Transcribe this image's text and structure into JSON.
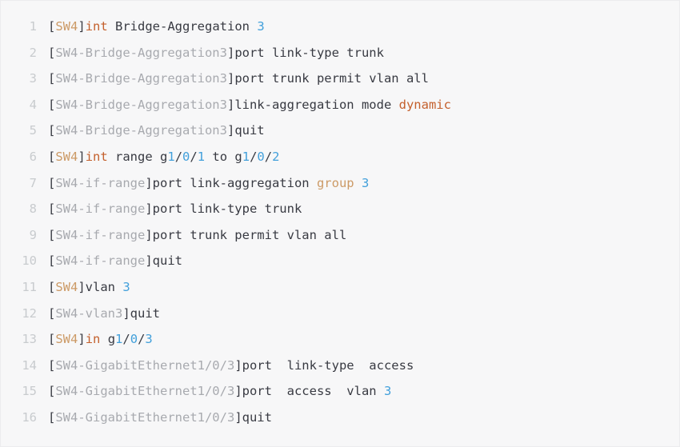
{
  "code_block": {
    "language": "network-cli",
    "colors": {
      "background": "#f7f7f8",
      "border": "#ececee",
      "line_number": "#c8cbce",
      "plain": "#383a42",
      "prompt": "#a8aaaf",
      "device": "#cc9a66",
      "keyword": "#c4602d",
      "number": "#42a0db"
    },
    "lines": [
      {
        "number": "1",
        "segments": [
          [
            "[",
            "plain"
          ],
          [
            "SW4",
            "device"
          ],
          [
            "]",
            "plain"
          ],
          [
            "int",
            "keyword"
          ],
          [
            " Bridge-Aggregation ",
            "plain"
          ],
          [
            "3",
            "number"
          ]
        ]
      },
      {
        "number": "2",
        "segments": [
          [
            "[",
            "plain"
          ],
          [
            "SW4-Bridge-Aggregation3",
            "prompt"
          ],
          [
            "]port link-type trunk",
            "plain"
          ]
        ]
      },
      {
        "number": "3",
        "segments": [
          [
            "[",
            "plain"
          ],
          [
            "SW4-Bridge-Aggregation3",
            "prompt"
          ],
          [
            "]port trunk permit vlan all",
            "plain"
          ]
        ]
      },
      {
        "number": "4",
        "segments": [
          [
            "[",
            "plain"
          ],
          [
            "SW4-Bridge-Aggregation3",
            "prompt"
          ],
          [
            "]link-aggregation mode ",
            "plain"
          ],
          [
            "dynamic",
            "keyword"
          ]
        ]
      },
      {
        "number": "5",
        "segments": [
          [
            "[",
            "plain"
          ],
          [
            "SW4-Bridge-Aggregation3",
            "prompt"
          ],
          [
            "]quit",
            "plain"
          ]
        ]
      },
      {
        "number": "6",
        "segments": [
          [
            "[",
            "plain"
          ],
          [
            "SW4",
            "device"
          ],
          [
            "]",
            "plain"
          ],
          [
            "int",
            "keyword"
          ],
          [
            " range g",
            "plain"
          ],
          [
            "1",
            "number"
          ],
          [
            "/",
            "plain"
          ],
          [
            "0",
            "number"
          ],
          [
            "/",
            "plain"
          ],
          [
            "1",
            "number"
          ],
          [
            " to g",
            "plain"
          ],
          [
            "1",
            "number"
          ],
          [
            "/",
            "plain"
          ],
          [
            "0",
            "number"
          ],
          [
            "/",
            "plain"
          ],
          [
            "2",
            "number"
          ]
        ]
      },
      {
        "number": "7",
        "segments": [
          [
            "[",
            "plain"
          ],
          [
            "SW4-if-range",
            "prompt"
          ],
          [
            "]port link-aggregation ",
            "plain"
          ],
          [
            "group",
            "device"
          ],
          [
            " ",
            "plain"
          ],
          [
            "3",
            "number"
          ]
        ]
      },
      {
        "number": "8",
        "segments": [
          [
            "[",
            "plain"
          ],
          [
            "SW4-if-range",
            "prompt"
          ],
          [
            "]port link-type trunk",
            "plain"
          ]
        ]
      },
      {
        "number": "9",
        "segments": [
          [
            "[",
            "plain"
          ],
          [
            "SW4-if-range",
            "prompt"
          ],
          [
            "]port trunk permit vlan all",
            "plain"
          ]
        ]
      },
      {
        "number": "10",
        "segments": [
          [
            "[",
            "plain"
          ],
          [
            "SW4-if-range",
            "prompt"
          ],
          [
            "]quit",
            "plain"
          ]
        ]
      },
      {
        "number": "11",
        "segments": [
          [
            "[",
            "plain"
          ],
          [
            "SW4",
            "device"
          ],
          [
            "]vlan ",
            "plain"
          ],
          [
            "3",
            "number"
          ]
        ]
      },
      {
        "number": "12",
        "segments": [
          [
            "[",
            "plain"
          ],
          [
            "SW4-vlan3",
            "prompt"
          ],
          [
            "]quit",
            "plain"
          ]
        ]
      },
      {
        "number": "13",
        "segments": [
          [
            "[",
            "plain"
          ],
          [
            "SW4",
            "device"
          ],
          [
            "]",
            "plain"
          ],
          [
            "in",
            "keyword"
          ],
          [
            " g",
            "plain"
          ],
          [
            "1",
            "number"
          ],
          [
            "/",
            "plain"
          ],
          [
            "0",
            "number"
          ],
          [
            "/",
            "plain"
          ],
          [
            "3",
            "number"
          ]
        ]
      },
      {
        "number": "14",
        "segments": [
          [
            "[",
            "plain"
          ],
          [
            "SW4-GigabitEthernet1/0/3",
            "prompt"
          ],
          [
            "]port  link-type  access",
            "plain"
          ]
        ]
      },
      {
        "number": "15",
        "segments": [
          [
            "[",
            "plain"
          ],
          [
            "SW4-GigabitEthernet1/0/3",
            "prompt"
          ],
          [
            "]port  access  vlan ",
            "plain"
          ],
          [
            "3",
            "number"
          ]
        ]
      },
      {
        "number": "16",
        "segments": [
          [
            "[",
            "plain"
          ],
          [
            "SW4-GigabitEthernet1/0/3",
            "prompt"
          ],
          [
            "]quit",
            "plain"
          ]
        ]
      }
    ]
  }
}
